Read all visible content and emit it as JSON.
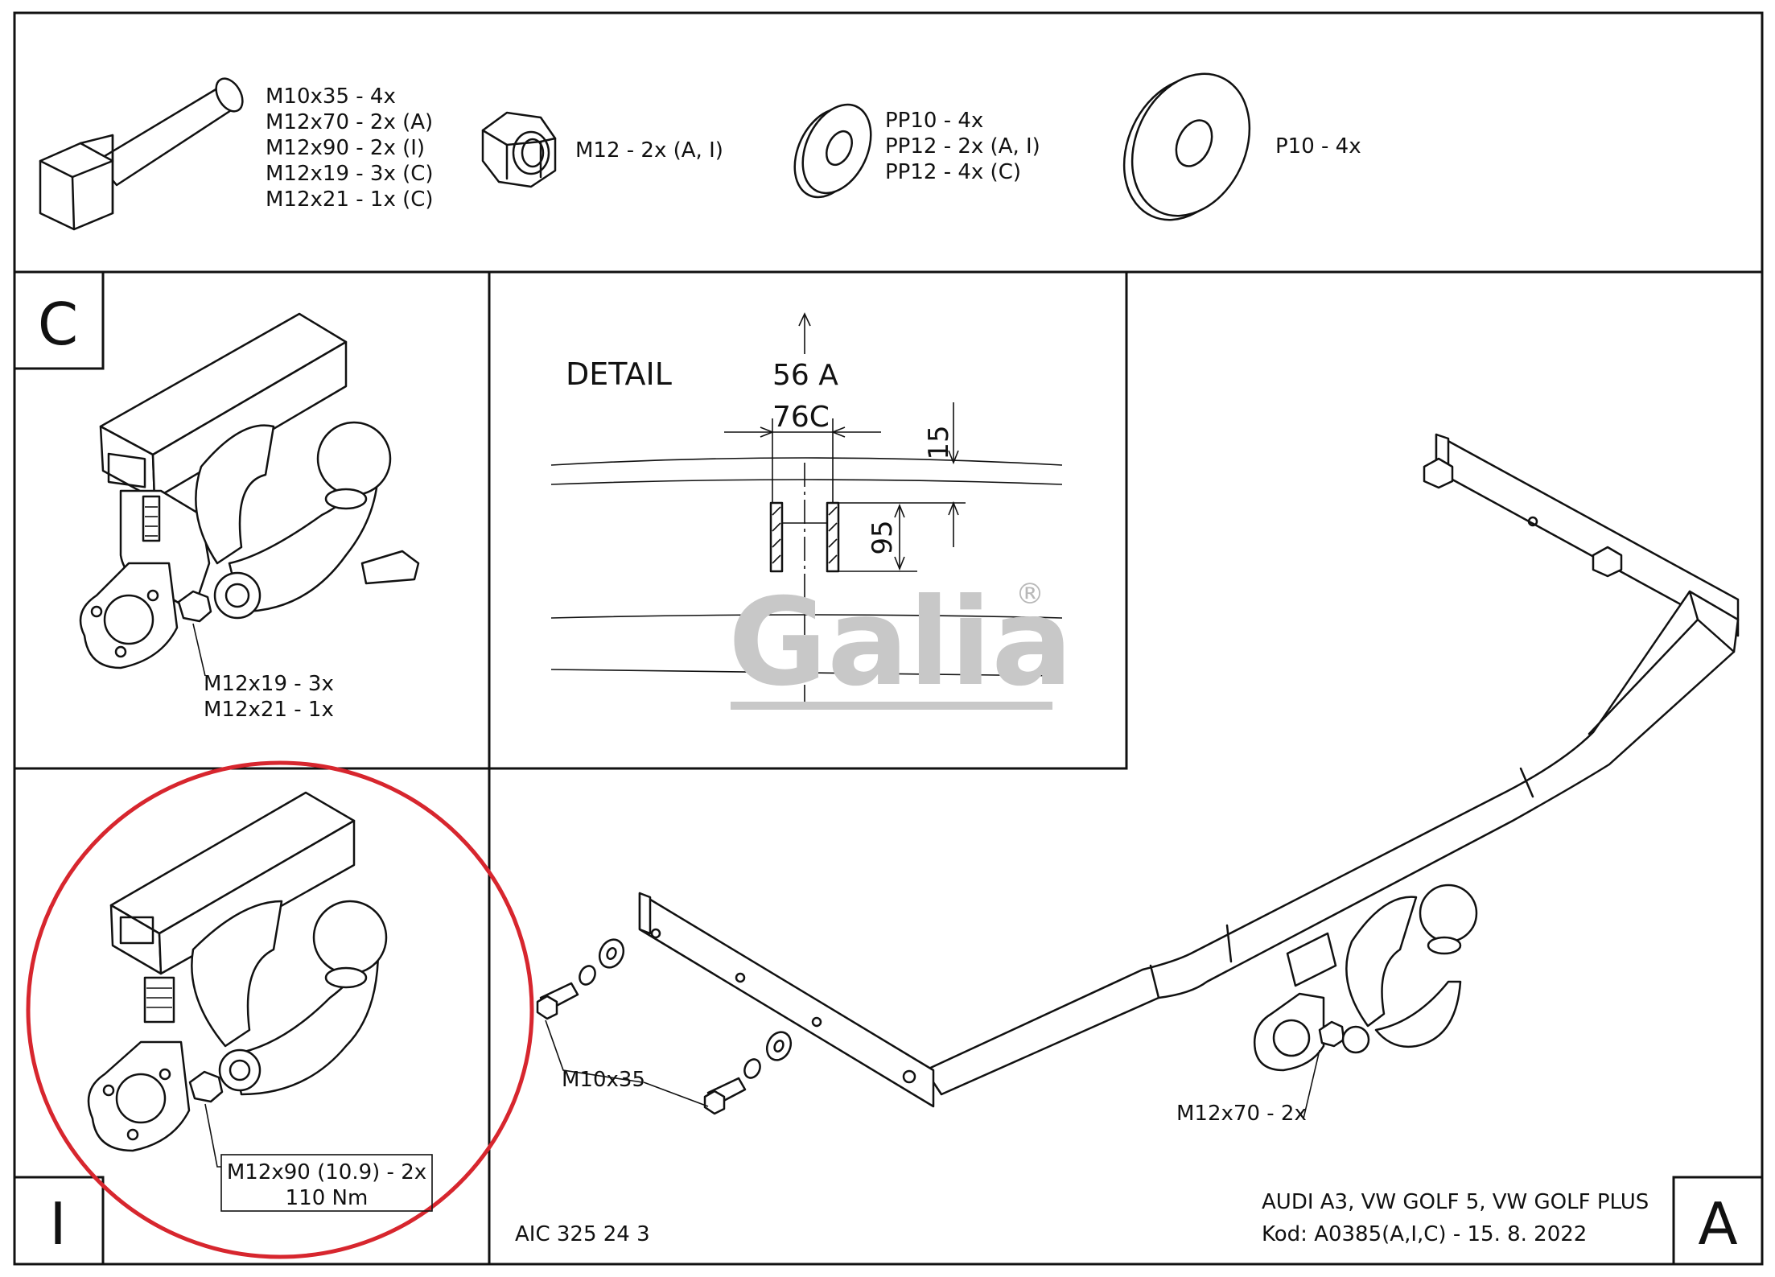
{
  "parts": {
    "bolt": [
      "M10x35 - 4x",
      "M12x70 - 2x (A)",
      "M12x90 - 2x (I)",
      "M12x19 - 3x (C)",
      "M12x21 - 1x (C)"
    ],
    "nut": "M12 - 2x (A, I)",
    "spring_washer": [
      "PP10 - 4x",
      "PP12 - 2x (A, I)",
      "PP12 - 4x (C)"
    ],
    "flat_washer": "P10 - 4x"
  },
  "panel_c": {
    "letter": "C",
    "labels": [
      "M12x19 - 3x",
      "M12x21 - 1x"
    ]
  },
  "detail": {
    "title": "DETAIL",
    "dim_top": "56 A",
    "dim_width": "76C",
    "dim_15": "15",
    "dim_95": "95",
    "watermark": "Galia",
    "registered": "®"
  },
  "panel_i": {
    "letter": "I",
    "label_line1": "M12x90 (10.9) - 2x",
    "label_line2": "110 Nm"
  },
  "panel_a": {
    "letter": "A",
    "label_m10": "M10x35",
    "label_m12": "M12x70 - 2x",
    "doc_code": "AIC 325 24 3",
    "vehicles": "AUDI A3, VW GOLF 5, VW GOLF PLUS",
    "kod": "Kod: A0385(A,I,C) - 15. 8. 2022"
  }
}
